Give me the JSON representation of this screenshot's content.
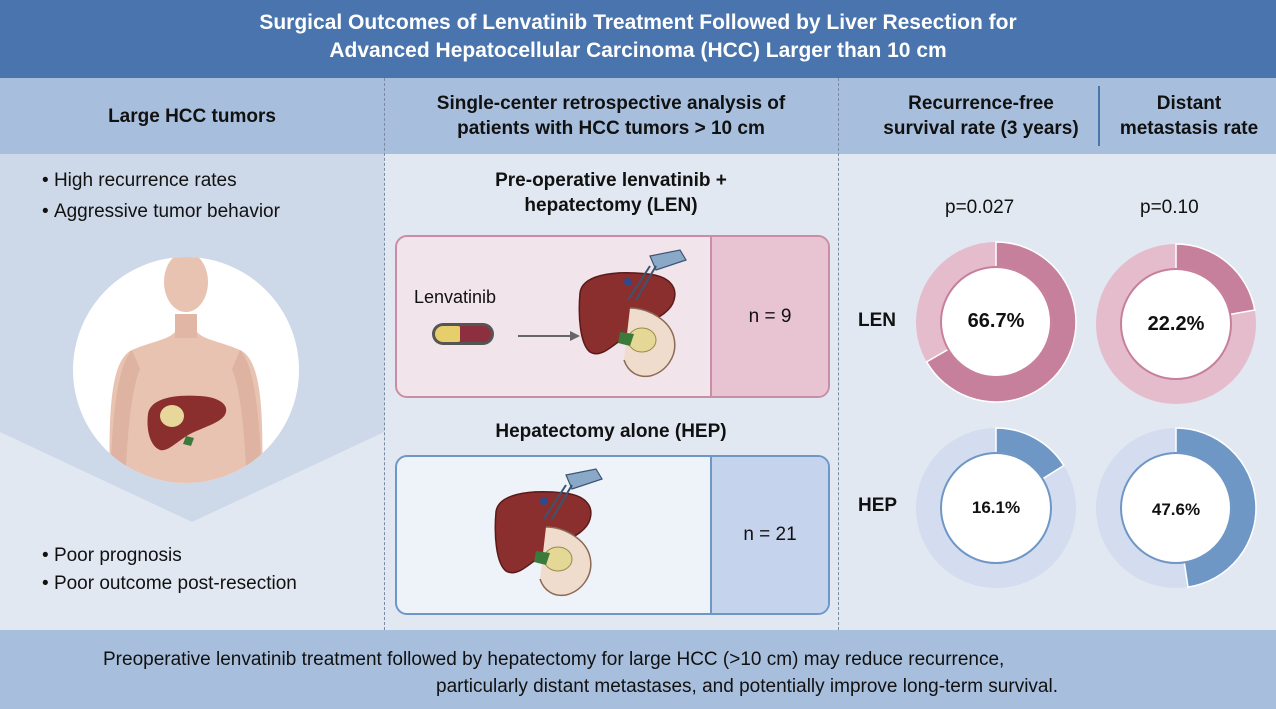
{
  "title": {
    "line1": "Surgical Outcomes of Lenvatinib Treatment Followed by Liver Resection for",
    "line2": "Advanced Hepatocellular Carcinoma (HCC) Larger than 10 cm"
  },
  "headers": {
    "col1": "Large HCC tumors",
    "col2_line1": "Single-center retrospective analysis of",
    "col2_line2": "patients with HCC tumors > 10 cm",
    "col3_line1": "Recurrence-free",
    "col3_line2": "survival rate (3 years)",
    "col4_line1": "Distant",
    "col4_line2": "metastasis rate"
  },
  "left_panel": {
    "top_bullets": [
      "High recurrence rates",
      "Aggressive tumor behavior"
    ],
    "bottom_bullets": [
      "Poor prognosis",
      "Poor outcome post-resection"
    ]
  },
  "arms": {
    "len_title_line1": "Pre-operative lenvatinib +",
    "len_title_line2": "hepatectomy (LEN)",
    "len_drug_label": "Lenvatinib",
    "len_n": "n = 9",
    "hep_title": "Hepatectomy alone (HEP)",
    "hep_n": "n = 21"
  },
  "outcomes": {
    "p_rfs": "p=0.027",
    "p_dm": "p=0.10",
    "len_label": "LEN",
    "hep_label": "HEP",
    "len_rfs": "66.7%",
    "len_dm": "22.2%",
    "hep_rfs": "16.1%",
    "hep_dm": "47.6%"
  },
  "donut_values": {
    "len_rfs": 0.667,
    "len_dm": 0.222,
    "hep_rfs": 0.161,
    "hep_dm": 0.476
  },
  "colors": {
    "title_bg": "#4a74ad",
    "header_bg": "#a7bfdd",
    "body_bg": "#e1e8f2",
    "len_fill": "#c7809b",
    "len_track": "#e5bccb",
    "hep_fill": "#6f97c6",
    "hep_track": "#d3ddef"
  },
  "footer": {
    "line1": "Preoperative lenvatinib treatment followed by hepatectomy for large HCC (>10 cm) may reduce recurrence,",
    "line2": "particularly distant metastases, and potentially improve long-term survival."
  }
}
